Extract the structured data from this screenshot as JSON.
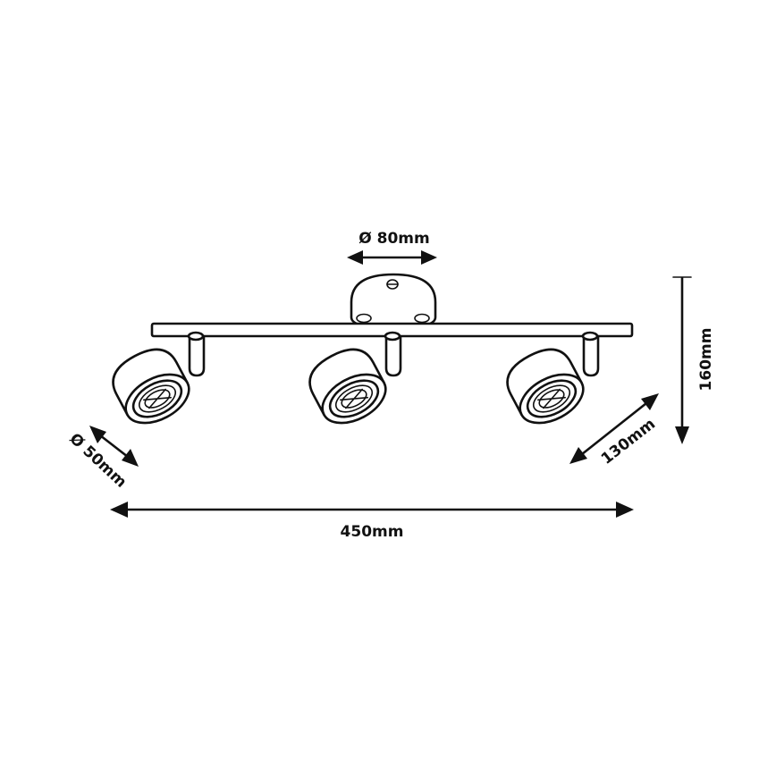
{
  "dimensions": {
    "base_diameter": "Ø 80mm",
    "height": "160mm",
    "spot_length": "130mm",
    "spot_diameter": "Ø 50mm",
    "total_width": "450mm"
  },
  "icons": {
    "luminaire": "ceiling-spotlight-bar-3-heads",
    "arrow": "double-headed-dimension-arrow"
  }
}
